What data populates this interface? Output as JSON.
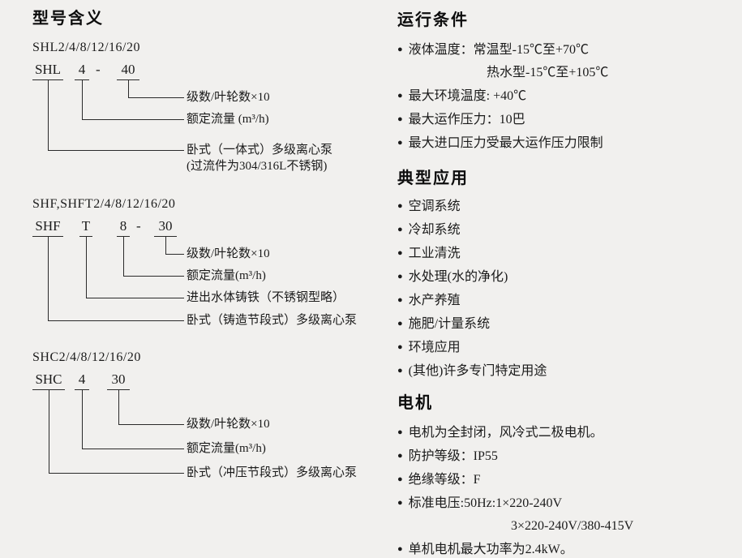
{
  "glyphs": {
    "bullet": "●"
  },
  "left": {
    "title": "型号含义",
    "diagrams": [
      {
        "series": "SHL2/4/8/12/16/20",
        "parts": {
          "p0": "SHL",
          "p1": "4",
          "dash": "-",
          "p2": "40"
        },
        "labels": {
          "l0": "级数/叶轮数×10",
          "l1": "额定流量 (m³/h)",
          "l2": "卧式（一体式）多级离心泵",
          "l3": "(过流件为304/316L不锈钢)"
        }
      },
      {
        "series": "SHF,SHFT2/4/8/12/16/20",
        "parts": {
          "p0": "SHF",
          "p1": "T",
          "p2": "8",
          "dash": "-",
          "p3": "30"
        },
        "labels": {
          "l0": "级数/叶轮数×10",
          "l1": "额定流量(m³/h)",
          "l2": "进出水体铸铁（不锈钢型略）",
          "l3": "卧式（铸造节段式）多级离心泵"
        }
      },
      {
        "series": "SHC2/4/8/12/16/20",
        "parts": {
          "p0": "SHC",
          "p1": "4",
          "p2": "30"
        },
        "labels": {
          "l0": "级数/叶轮数×10",
          "l1": "额定流量(m³/h)",
          "l2": "卧式（冲压节段式）多级离心泵"
        }
      }
    ]
  },
  "right": {
    "sections": [
      {
        "title": "运行条件",
        "items": [
          "液体温度：常温型-15℃至+70℃",
          "热水型-15℃至+105℃",
          "最大环境温度: +40℃",
          "最大运作压力：10巴",
          "最大进口压力受最大运作压力限制"
        ]
      },
      {
        "title": "典型应用",
        "items": [
          "空调系统",
          "冷却系统",
          "工业清洗",
          "水处理(水的净化)",
          "水产养殖",
          "施肥/计量系统",
          "环境应用",
          "(其他)许多专门特定用途"
        ]
      },
      {
        "title": "电机",
        "items": [
          "电机为全封闭，风冷式二极电机。",
          "防护等级：IP55",
          "绝缘等级：F",
          "标准电压:50Hz:1×220-240V",
          "3×220-240V/380-415V",
          "单机电机最大功率为2.4kW。"
        ]
      }
    ]
  }
}
